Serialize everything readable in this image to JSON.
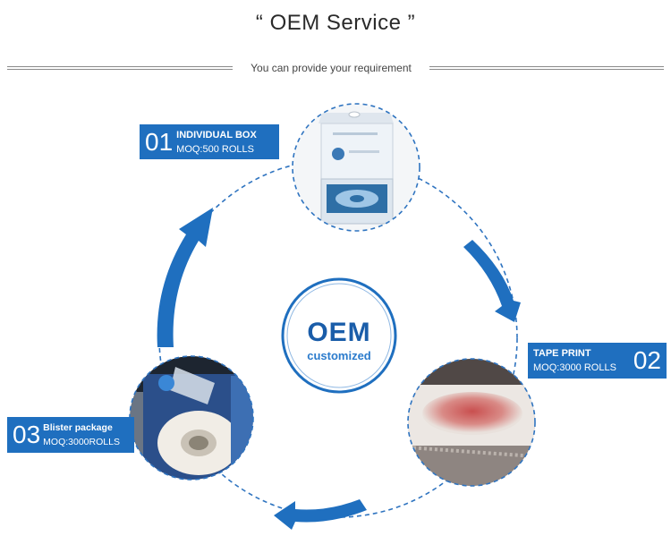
{
  "header": {
    "title": "“ OEM Service ”",
    "subtitle": "You can provide your requirement"
  },
  "center": {
    "title": "OEM",
    "subtitle": "customized"
  },
  "options": [
    {
      "number": "01",
      "name": "INDIVIDUAL BOX",
      "moq": "MOQ:500 ROLLS"
    },
    {
      "number": "02",
      "name": "TAPE PRINT",
      "moq": "MOQ:3000 ROLLS"
    },
    {
      "number": "03",
      "name": "Blister package",
      "moq": "MOQ:3000ROLLS"
    }
  ],
  "colors": {
    "accent": "#1f6fbf",
    "dashed": "#2f74c0",
    "text": "#2a2a2a"
  }
}
